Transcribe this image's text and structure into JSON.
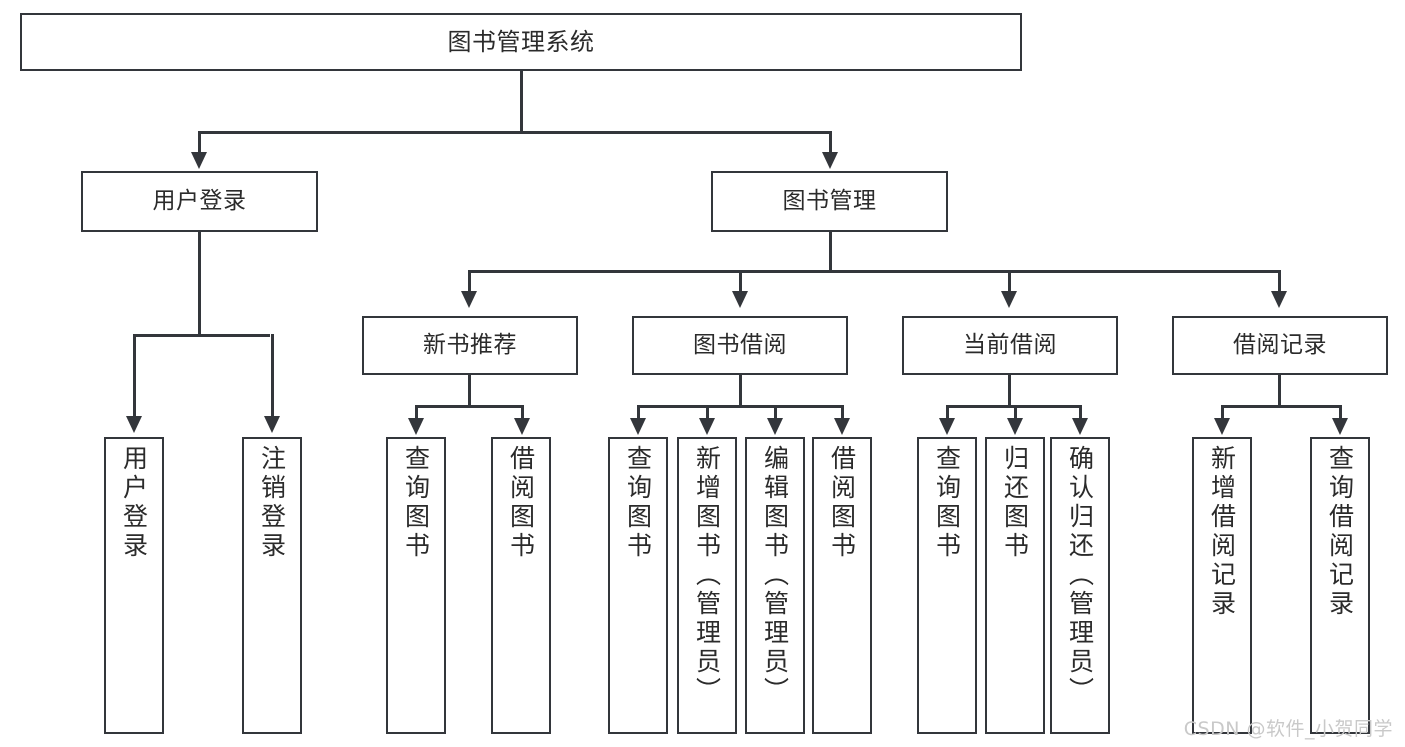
{
  "diagram": {
    "type": "tree-hierarchy-chart",
    "root": {
      "label": "图书管理系统"
    },
    "level2": [
      {
        "label": "用户登录"
      },
      {
        "label": "图书管理"
      }
    ],
    "level3": [
      {
        "label": "新书推荐"
      },
      {
        "label": "图书借阅"
      },
      {
        "label": "当前借阅"
      },
      {
        "label": "借阅记录"
      }
    ],
    "leaves": {
      "user_login": [
        {
          "label": "用户登录"
        },
        {
          "label": "注销登录"
        }
      ],
      "new_book_recommend": [
        {
          "label": "查询图书"
        },
        {
          "label": "借阅图书"
        }
      ],
      "book_borrow": [
        {
          "label": "查询图书"
        },
        {
          "label": "新增图书（管理员）"
        },
        {
          "label": "编辑图书（管理员）"
        },
        {
          "label": "借阅图书"
        }
      ],
      "current_borrow": [
        {
          "label": "查询图书"
        },
        {
          "label": "归还图书"
        },
        {
          "label": "确认归还（管理员）"
        }
      ],
      "borrow_record": [
        {
          "label": "新增借阅记录"
        },
        {
          "label": "查询借阅记录"
        }
      ]
    }
  },
  "watermark": {
    "text": "CSDN @软件_小贺同学"
  },
  "colors": {
    "stroke": "#33363b",
    "text": "#2b2b2b",
    "background": "#ffffff",
    "watermark": "#c9c9c9"
  }
}
